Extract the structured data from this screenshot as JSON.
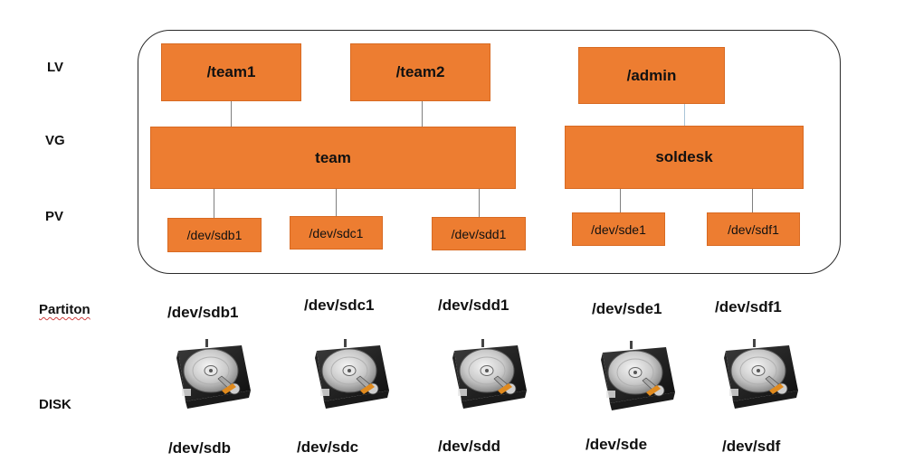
{
  "row_labels": {
    "lv": "LV",
    "vg": "VG",
    "pv": "PV",
    "partition": "Partiton",
    "disk": "DISK"
  },
  "lv": [
    "/team1",
    "/team2",
    "/admin"
  ],
  "vg": [
    "team",
    "soldesk"
  ],
  "pv": [
    "/dev/sdb1",
    "/dev/sdc1",
    "/dev/sdd1",
    "/dev/sde1",
    "/dev/sdf1"
  ],
  "partitions": [
    "/dev/sdb1",
    "/dev/sdc1",
    "/dev/sdd1",
    "/dev/sde1",
    "/dev/sdf1"
  ],
  "disks": [
    "/dev/sdb",
    "/dev/sdc",
    "/dev/sdd",
    "/dev/sde",
    "/dev/sdf"
  ],
  "colors": {
    "box_fill": "#ed7d31",
    "panel_border": "#2a2a2a",
    "connector": "#7f7f7f"
  },
  "icons": {
    "disk": "hard-drive-icon"
  }
}
